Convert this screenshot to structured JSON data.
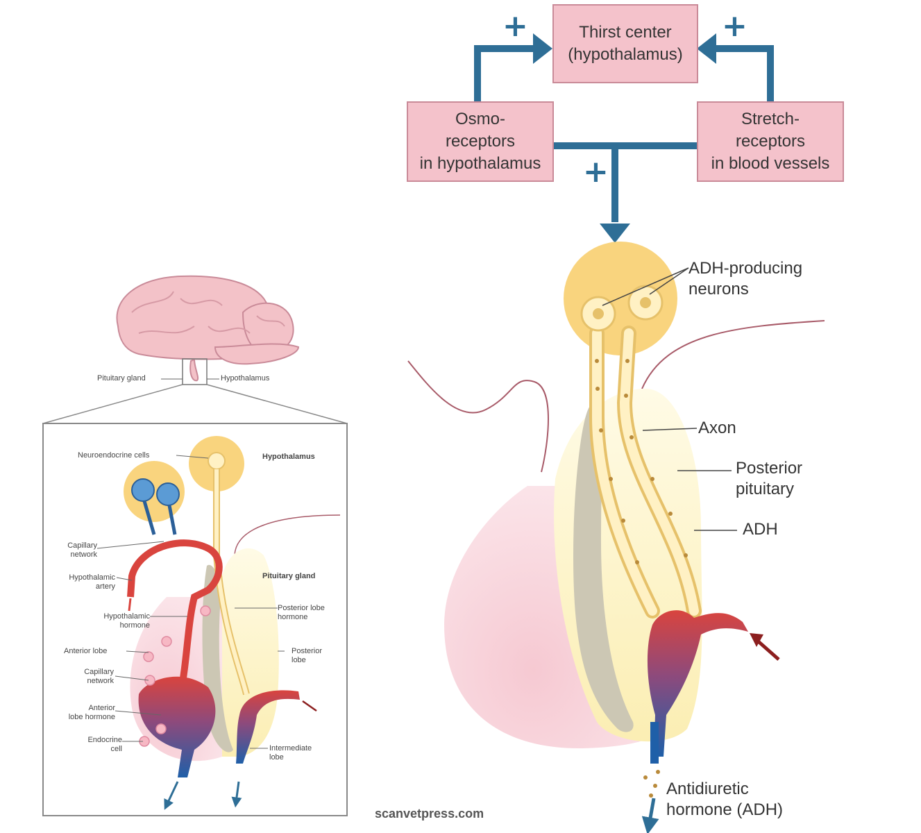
{
  "flow": {
    "thirst_center": "Thirst center\n(hypothalamus)",
    "osmoreceptors": "Osmo-\nreceptors\nin hypothalamus",
    "stretch_receptors": "Stretch-\nreceptors\nin blood vessels",
    "plus_symbol": "+"
  },
  "main_labels": {
    "adh_neurons": "ADH-producing\nneurons",
    "axon": "Axon",
    "posterior_pituitary": "Posterior\npituitary",
    "adh": "ADH",
    "antidiuretic": "Antidiuretic\nhormone (ADH)"
  },
  "brain_labels": {
    "pituitary_gland": "Pituitary gland",
    "hypothalamus": "Hypothalamus"
  },
  "inset_labels": {
    "neuroendocrine_cells": "Neuroendocrine cells",
    "hypothalamus": "Hypothalamus",
    "capillary_network_1": "Capillary\nnetwork",
    "hypothalamic_artery": "Hypothalamic\nartery",
    "pituitary_gland": "Pituitary gland",
    "hypothalamic_hormone": "Hypothalamic\nhormone",
    "posterior_lobe_hormone": "Posterior lobe\nhormone",
    "anterior_lobe": "Anterior lobe",
    "posterior_lobe": "Posterior\nlobe",
    "capillary_network_2": "Capillary\nnetwork",
    "anterior_lobe_hormone": "Anterior\nlobe hormone",
    "endocrine_cell": "Endocrine\ncell",
    "intermediate_lobe": "Intermediate\nlobe"
  },
  "credit": "scanvetpress.com",
  "colors": {
    "box_fill": "#f4c2cb",
    "arrow_blue": "#2e6e96",
    "neuron_yellow": "#f7d47a",
    "artery_red": "#d9443e",
    "vein_blue": "#1f5fa8"
  }
}
